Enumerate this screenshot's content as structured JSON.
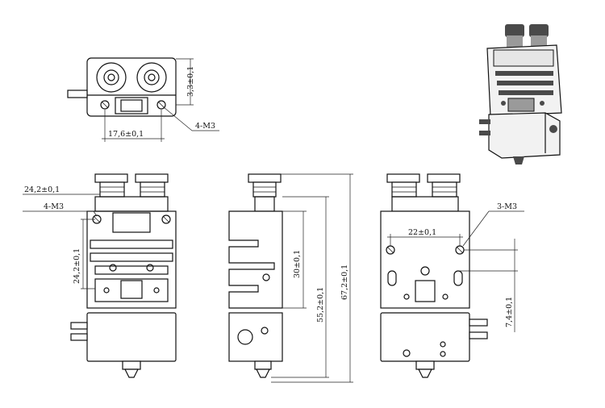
{
  "dimensions": {
    "top_view": {
      "vertical": "3,3±0,1",
      "horizontal": "17,6±0,1",
      "thread": "4-M3"
    },
    "front_view": {
      "top_width": "24,2±0,1",
      "thread": "4-M3",
      "side_height": "24,2±0,1"
    },
    "side_view": {
      "inner": "30±0,1",
      "middle": "55,2±0,1",
      "overall": "67,2±0,1"
    },
    "rear_view": {
      "thread": "3-M3",
      "spacing": "22±0,1",
      "offset": "7,4±0,1"
    }
  },
  "colors": {
    "line": "#111111",
    "background": "#ffffff"
  }
}
